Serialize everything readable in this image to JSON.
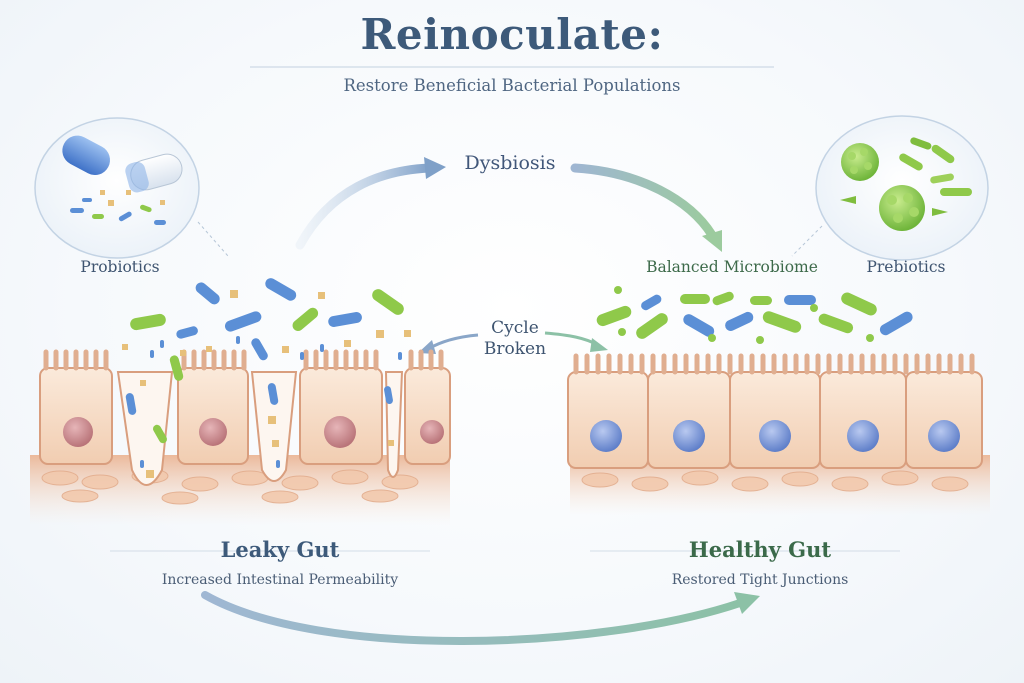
{
  "diagram": {
    "title": "Reinoculate:",
    "subtitle": "Restore Beneficial Bacterial Populations",
    "labels": {
      "dysbiosis": "Dysbiosis",
      "probiotics": "Probiotics",
      "prebiotics": "Prebiotics",
      "balanced": "Balanced Microbiome",
      "cycle_line1": "Cycle",
      "cycle_line2": "Broken"
    },
    "left_panel": {
      "heading": "Leaky Gut",
      "caption": "Increased Intestinal Permeability"
    },
    "right_panel": {
      "heading": "Healthy Gut",
      "caption": "Restored Tight Junctions"
    }
  },
  "colors": {
    "title": "#3d5a7a",
    "cell_fill": "#f6dcc4",
    "nucleus_inflamed": "#c88a90",
    "nucleus_healthy": "#7f9ad8",
    "bacteria_blue": "#5b8fd6",
    "bacteria_green": "#8fc94a"
  },
  "icons": [
    "capsule-icon",
    "cocci-cluster-icon",
    "arrow-icon"
  ]
}
